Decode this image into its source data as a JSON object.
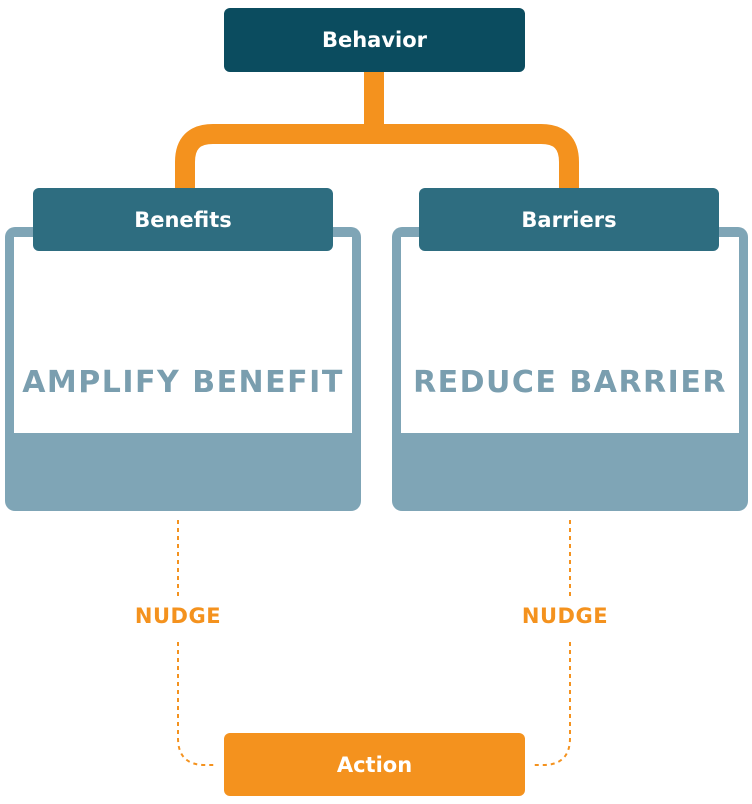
{
  "diagram": {
    "root": {
      "label": "Behavior"
    },
    "branches": [
      {
        "header": "Benefits",
        "body": "AMPLIFY BENEFIT",
        "connector": "NUDGE"
      },
      {
        "header": "Barriers",
        "body": "REDUCE BARRIER",
        "connector": "NUDGE"
      }
    ],
    "result": {
      "label": "Action"
    }
  },
  "colors": {
    "root_fill": "#0b4c5f",
    "header_fill": "#2e6d80",
    "panel_fill": "#7fa5b6",
    "panel_text": "#7a9eaf",
    "accent_orange": "#f4921e"
  }
}
